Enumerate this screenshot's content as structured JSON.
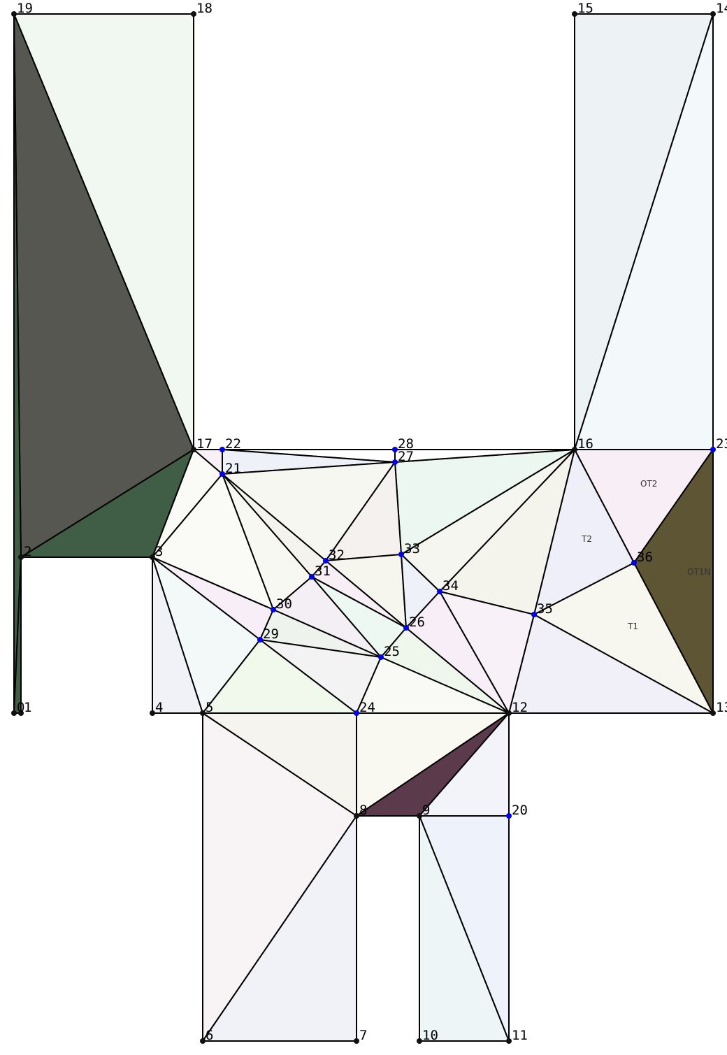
{
  "palette": {
    "outline": "#000000",
    "boundary_vertex": "#111111",
    "steiner_vertex": "#0000ee"
  },
  "vertices": [
    {
      "id": "0",
      "label": "0",
      "kind": "boundary"
    },
    {
      "id": "1",
      "label": "1",
      "kind": "boundary"
    },
    {
      "id": "2",
      "label": "2",
      "kind": "boundary"
    },
    {
      "id": "3",
      "label": "3",
      "kind": "boundary"
    },
    {
      "id": "4",
      "label": "4",
      "kind": "boundary"
    },
    {
      "id": "5",
      "label": "5",
      "kind": "boundary"
    },
    {
      "id": "6",
      "label": "6",
      "kind": "boundary"
    },
    {
      "id": "7",
      "label": "7",
      "kind": "boundary"
    },
    {
      "id": "8",
      "label": "8",
      "kind": "boundary"
    },
    {
      "id": "9",
      "label": "9",
      "kind": "boundary"
    },
    {
      "id": "10",
      "label": "10",
      "kind": "boundary"
    },
    {
      "id": "11",
      "label": "11",
      "kind": "boundary"
    },
    {
      "id": "12",
      "label": "12",
      "kind": "boundary"
    },
    {
      "id": "13",
      "label": "13",
      "kind": "boundary"
    },
    {
      "id": "14",
      "label": "14",
      "kind": "boundary"
    },
    {
      "id": "15",
      "label": "15",
      "kind": "boundary"
    },
    {
      "id": "16",
      "label": "16",
      "kind": "boundary"
    },
    {
      "id": "17",
      "label": "17",
      "kind": "boundary"
    },
    {
      "id": "18",
      "label": "18",
      "kind": "boundary"
    },
    {
      "id": "19",
      "label": "19",
      "kind": "boundary"
    },
    {
      "id": "20",
      "label": "20",
      "kind": "steiner"
    },
    {
      "id": "21",
      "label": "21",
      "kind": "steiner"
    },
    {
      "id": "22",
      "label": "22",
      "kind": "steiner"
    },
    {
      "id": "23",
      "label": "23",
      "kind": "steiner"
    },
    {
      "id": "24",
      "label": "24",
      "kind": "steiner"
    },
    {
      "id": "25",
      "label": "25",
      "kind": "steiner"
    },
    {
      "id": "26",
      "label": "26",
      "kind": "steiner"
    },
    {
      "id": "27",
      "label": "27",
      "kind": "steiner"
    },
    {
      "id": "28",
      "label": "28",
      "kind": "steiner"
    },
    {
      "id": "29",
      "label": "29",
      "kind": "steiner"
    },
    {
      "id": "30",
      "label": "30",
      "kind": "steiner"
    },
    {
      "id": "31",
      "label": "31",
      "kind": "steiner"
    },
    {
      "id": "32",
      "label": "32",
      "kind": "steiner"
    },
    {
      "id": "33",
      "label": "33",
      "kind": "steiner"
    },
    {
      "id": "34",
      "label": "34",
      "kind": "steiner"
    },
    {
      "id": "35",
      "label": "35",
      "kind": "steiner"
    },
    {
      "id": "36",
      "label": "36",
      "kind": "steiner"
    }
  ],
  "triangles": [
    {
      "v": [
        "19",
        "18",
        "17"
      ],
      "fill": "#f1f8f1"
    },
    {
      "v": [
        "19",
        "17",
        "2"
      ],
      "fill": "#575751"
    },
    {
      "v": [
        "19",
        "2",
        "0"
      ],
      "fill": "#3f5e45"
    },
    {
      "v": [
        "2",
        "1",
        "0"
      ],
      "fill": "#3f5e45"
    },
    {
      "v": [
        "2",
        "17",
        "3"
      ],
      "fill": "#3f5e45"
    },
    {
      "v": [
        "15",
        "14",
        "16"
      ],
      "fill": "#edf2f4"
    },
    {
      "v": [
        "14",
        "23",
        "16"
      ],
      "fill": "#f3f8fb"
    },
    {
      "v": [
        "16",
        "23",
        "36"
      ],
      "fill": "#f7eef6"
    },
    {
      "v": [
        "23",
        "13",
        "36"
      ],
      "fill": "#5e5535"
    },
    {
      "v": [
        "16",
        "36",
        "35"
      ],
      "fill": "#eeeff8"
    },
    {
      "v": [
        "36",
        "13",
        "35"
      ],
      "fill": "#f7f7ef"
    },
    {
      "v": [
        "35",
        "13",
        "12"
      ],
      "fill": "#f1eff8"
    },
    {
      "v": [
        "16",
        "35",
        "34"
      ],
      "fill": "#f4f4ec"
    },
    {
      "v": [
        "34",
        "35",
        "12"
      ],
      "fill": "#f8f1f8"
    },
    {
      "v": [
        "16",
        "34",
        "33"
      ],
      "fill": "#f5f6f0"
    },
    {
      "v": [
        "27",
        "16",
        "33"
      ],
      "fill": "#edf7f2"
    },
    {
      "v": [
        "22",
        "28",
        "27"
      ],
      "fill": "#ffffff"
    },
    {
      "v": [
        "28",
        "16",
        "27"
      ],
      "fill": "#ffffff"
    },
    {
      "v": [
        "17",
        "22",
        "21"
      ],
      "fill": "#f8f2f8"
    },
    {
      "v": [
        "22",
        "27",
        "21"
      ],
      "fill": "#eef1f7"
    },
    {
      "v": [
        "17",
        "21",
        "3"
      ],
      "fill": "#fafaf6"
    },
    {
      "v": [
        "21",
        "27",
        "32"
      ],
      "fill": "#f7f7f1"
    },
    {
      "v": [
        "27",
        "33",
        "32"
      ],
      "fill": "#f5f1ef"
    },
    {
      "v": [
        "32",
        "33",
        "26"
      ],
      "fill": "#f6f5ee"
    },
    {
      "v": [
        "33",
        "34",
        "26"
      ],
      "fill": "#eef1f8"
    },
    {
      "v": [
        "34",
        "12",
        "26"
      ],
      "fill": "#f8eef8"
    },
    {
      "v": [
        "21",
        "32",
        "31"
      ],
      "fill": "#f5f3ee"
    },
    {
      "v": [
        "32",
        "26",
        "31"
      ],
      "fill": "#f7eef6"
    },
    {
      "v": [
        "21",
        "31",
        "30"
      ],
      "fill": "#f8f8f2"
    },
    {
      "v": [
        "3",
        "21",
        "30"
      ],
      "fill": "#fafaf7"
    },
    {
      "v": [
        "31",
        "26",
        "25"
      ],
      "fill": "#eef8f2"
    },
    {
      "v": [
        "31",
        "25",
        "30"
      ],
      "fill": "#f4eff4"
    },
    {
      "v": [
        "26",
        "12",
        "25"
      ],
      "fill": "#eff6ec"
    },
    {
      "v": [
        "3",
        "30",
        "29"
      ],
      "fill": "#f8eef8"
    },
    {
      "v": [
        "30",
        "25",
        "29"
      ],
      "fill": "#eef3ee"
    },
    {
      "v": [
        "3",
        "29",
        "5"
      ],
      "fill": "#f3f8f8"
    },
    {
      "v": [
        "3",
        "5",
        "4"
      ],
      "fill": "#f1f1f8"
    },
    {
      "v": [
        "29",
        "25",
        "24"
      ],
      "fill": "#f3f3f3"
    },
    {
      "v": [
        "29",
        "24",
        "5"
      ],
      "fill": "#f1f8ec"
    },
    {
      "v": [
        "25",
        "12",
        "24"
      ],
      "fill": "#f9faf5"
    },
    {
      "v": [
        "5",
        "24",
        "8"
      ],
      "fill": "#f6f4ef"
    },
    {
      "v": [
        "24",
        "12",
        "8"
      ],
      "fill": "#f9f9f1"
    },
    {
      "v": [
        "8",
        "12",
        "9"
      ],
      "fill": "#5b3a4c"
    },
    {
      "v": [
        "9",
        "12",
        "20"
      ],
      "fill": "#f3f4fa"
    },
    {
      "v": [
        "5",
        "8",
        "6"
      ],
      "fill": "#f8f4f6"
    },
    {
      "v": [
        "8",
        "7",
        "6"
      ],
      "fill": "#f1f1f8"
    },
    {
      "v": [
        "9",
        "20",
        "11"
      ],
      "fill": "#eef3fb"
    },
    {
      "v": [
        "9",
        "11",
        "10"
      ],
      "fill": "#edf5f7"
    }
  ],
  "region_labels": [
    {
      "key": "ot2",
      "text": "OT2"
    },
    {
      "key": "t2",
      "text": "T2"
    },
    {
      "key": "ot1",
      "text": "OT1N"
    },
    {
      "key": "t1",
      "text": "T1"
    }
  ]
}
